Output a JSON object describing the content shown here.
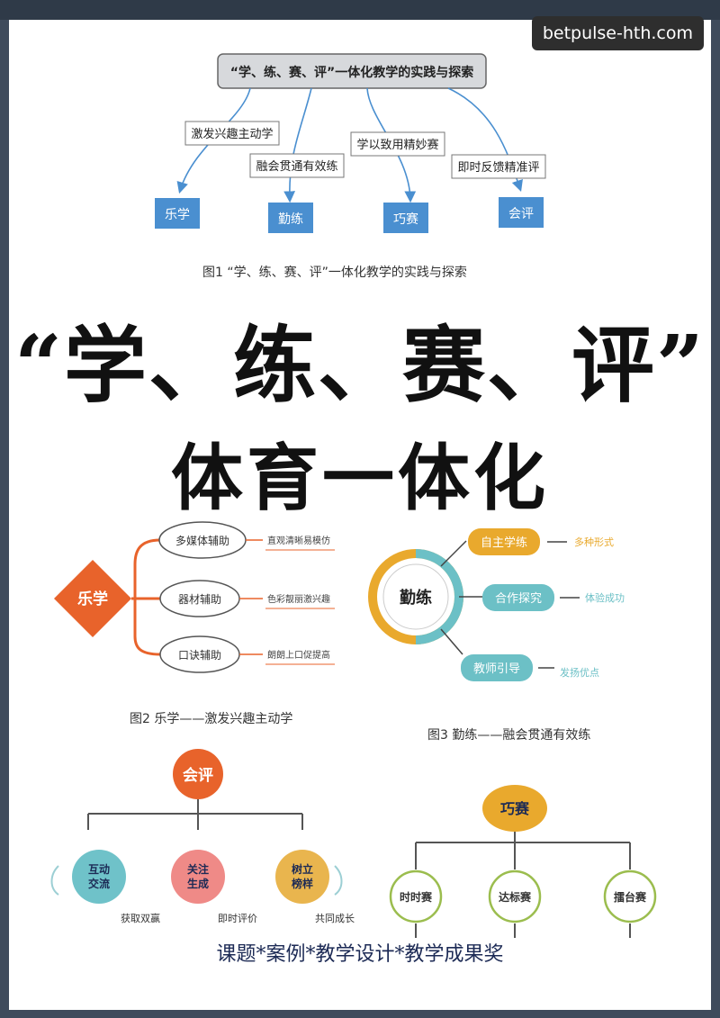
{
  "watermark": "betpulse-hth.com",
  "fig1": {
    "root": "“学、练、赛、评”一体化教学的实践与探索",
    "branches": [
      {
        "connector": "激发兴趣主动学",
        "leaf": "乐学"
      },
      {
        "connector": "融会贯通有效练",
        "leaf": "勤练"
      },
      {
        "connector": "学以致用精妙赛",
        "leaf": "巧赛"
      },
      {
        "connector": "即时反馈精准评",
        "leaf": "会评"
      }
    ],
    "caption": "图1  “学、练、赛、评”一体化教学的实践与探索"
  },
  "headline": {
    "line1": "“学、练、赛、评”",
    "line2": "体育一体化"
  },
  "fig2": {
    "center": "乐学",
    "items": [
      {
        "label": "多媒体辅助",
        "desc": "直观清晰易模仿"
      },
      {
        "label": "器材辅助",
        "desc": "色彩靓丽激兴趣"
      },
      {
        "label": "口诀辅助",
        "desc": "朗朗上口促提高"
      }
    ],
    "caption": "图2  乐学——激发兴趣主动学"
  },
  "fig3": {
    "center": "勤练",
    "items": [
      {
        "label": "自主学练",
        "desc": "多种形式",
        "color": "#e9a92d"
      },
      {
        "label": "合作探究",
        "desc": "体验成功",
        "color": "#6cc0c6"
      },
      {
        "label": "教师引导",
        "desc": "发扬优点",
        "color": "#6cc0c6"
      }
    ],
    "caption": "图3  勤练——融会贯通有效练"
  },
  "fig4": {
    "root": "会评",
    "items": [
      {
        "label1": "互动",
        "label2": "交流",
        "desc": "获取双赢",
        "color": "#6fc2c9"
      },
      {
        "label1": "关注",
        "label2": "生成",
        "desc": "即时评价",
        "color": "#ef8a87"
      },
      {
        "label1": "树立",
        "label2": "榜样",
        "desc": "共同成长",
        "color": "#e9b54e"
      }
    ]
  },
  "fig5": {
    "root": "巧赛",
    "items": [
      "时时赛",
      "达标赛",
      "擂台赛"
    ]
  },
  "bottom": "课题*案例*教学设计*教学成果奖",
  "colors": {
    "orange": "#e8632b",
    "blue": "#4a8fd0",
    "teal": "#6cc0c6",
    "gold": "#e9a92d"
  }
}
